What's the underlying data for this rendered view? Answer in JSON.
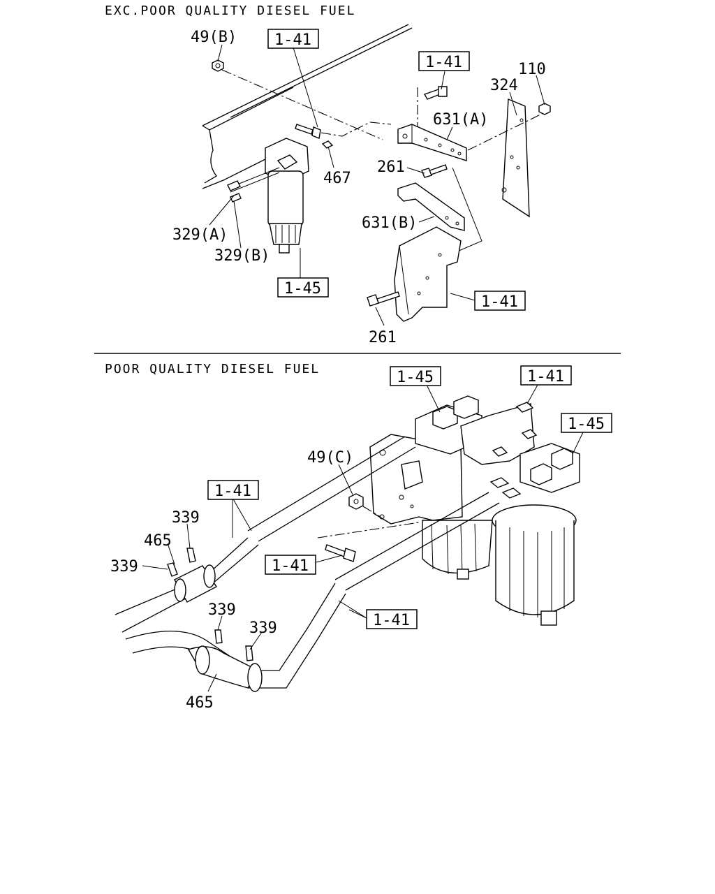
{
  "sections": {
    "top_title": "EXC.POOR QUALITY DIESEL FUEL",
    "bottom_title": "POOR QUALITY DIESEL FUEL"
  },
  "callouts": {
    "a_49b": "49(B)",
    "a_ref_141_1": "1-41",
    "a_ref_141_2": "1-41",
    "a_110": "110",
    "a_324": "324",
    "a_631a": "631(A)",
    "a_261_1": "261",
    "a_467": "467",
    "a_329a": "329(A)",
    "a_329b": "329(B)",
    "a_631b": "631(B)",
    "a_ref_145": "1-45",
    "a_ref_141_3": "1-41",
    "a_261_2": "261",
    "b_ref_145_1": "1-45",
    "b_ref_141_1": "1-41",
    "b_ref_145_2": "1-45",
    "b_49c": "49(C)",
    "b_ref_141_2": "1-41",
    "b_339_1": "339",
    "b_465_1": "465",
    "b_339_2": "339",
    "b_ref_141_3": "1-41",
    "b_ref_141_4": "1-41",
    "b_339_3": "339",
    "b_339_4": "339",
    "b_465_2": "465"
  }
}
